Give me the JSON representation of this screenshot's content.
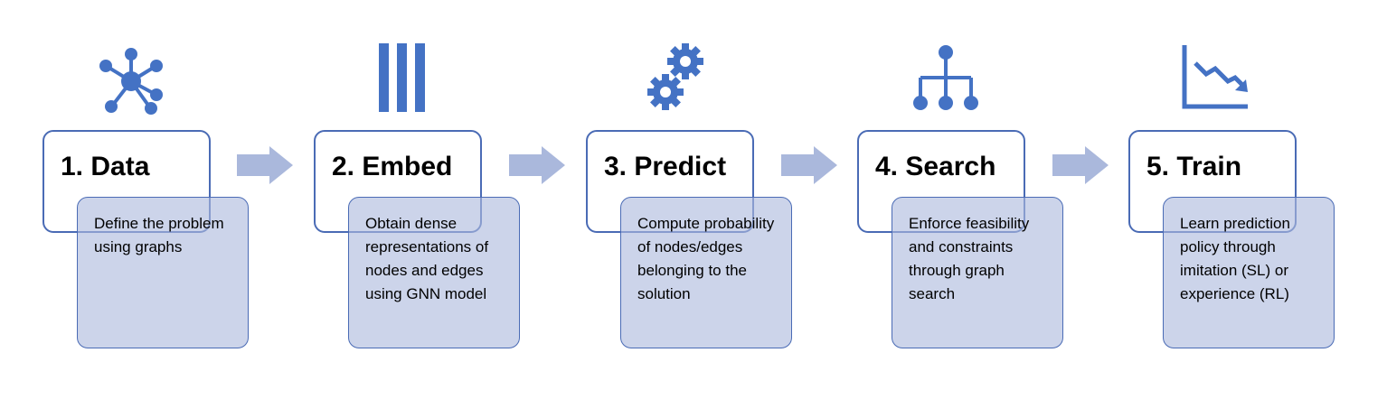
{
  "steps": [
    {
      "title": "1. Data",
      "icon": "network-graph-icon",
      "description": "Define the problem using graphs"
    },
    {
      "title": "2. Embed",
      "icon": "vertical-bars-icon",
      "description": "Obtain dense representations of nodes and edges using GNN model"
    },
    {
      "title": "3. Predict",
      "icon": "gears-icon",
      "description": "Compute probability of nodes/edges belonging to the solution"
    },
    {
      "title": "4. Search",
      "icon": "hierarchy-tree-icon",
      "description": "Enforce feasibility and constraints through graph search"
    },
    {
      "title": "5. Train",
      "icon": "declining-chart-icon",
      "description": "Learn prediction policy through imitation (SL) or experience (RL)"
    }
  ],
  "colors": {
    "icon": "#4472c4",
    "border": "#4a6bb5",
    "desc_fill": "#acbadd",
    "arrow": "#aab8dc"
  }
}
